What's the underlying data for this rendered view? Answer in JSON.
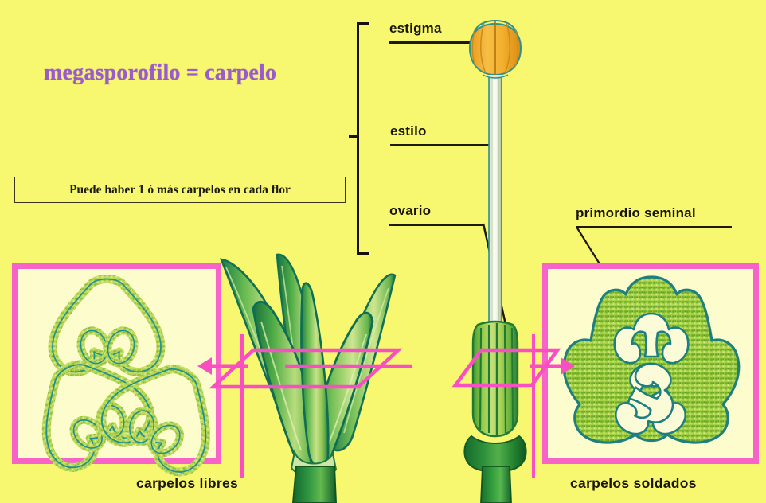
{
  "page": {
    "background_color": "#f7f770",
    "title_color": "#9a5ad0",
    "accent_pink": "#f763c9",
    "label_color": "#191505"
  },
  "title": {
    "text": "megasporofilo = carpelo"
  },
  "note": {
    "text": "Puede haber 1 ó más carpelos en cada flor"
  },
  "labels": {
    "estigma": "estigma",
    "estilo": "estilo",
    "ovario": "ovario",
    "primordio_seminal": "primordio seminal"
  },
  "captions": {
    "left": "carpelos libres",
    "right": "carpelos soldados"
  },
  "diagram": {
    "subject": "pistilo (gineceo) de una flor",
    "parts": [
      {
        "name": "estigma",
        "color": "#f2a82a",
        "position": "top"
      },
      {
        "name": "estilo",
        "color": "#e9eedd",
        "position": "middle"
      },
      {
        "name": "ovario",
        "color": "#8cc63f",
        "position": "bottom"
      }
    ],
    "bracket": {
      "spans": "estigma-estilo-ovario"
    },
    "left_inset": {
      "caption": "carpelos libres",
      "carpel_count": 3,
      "fill_color": "#a9cc4a",
      "outline_color": "#1f8f8f",
      "background": "#fcfccd"
    },
    "right_inset": {
      "caption": "carpelos soldados",
      "carpel_count": 3,
      "fill_color": "#8dc63f",
      "outline_color": "#1f7f7f",
      "locule_color": "#fcfccd",
      "background": "#fcfccd",
      "annotated_part": "primordio seminal"
    },
    "section_planes": [
      {
        "side": "left",
        "arrow_direction": "left",
        "color": "#fa4fc2"
      },
      {
        "side": "right",
        "arrow_direction": "right",
        "color": "#fa4fc2"
      }
    ]
  }
}
